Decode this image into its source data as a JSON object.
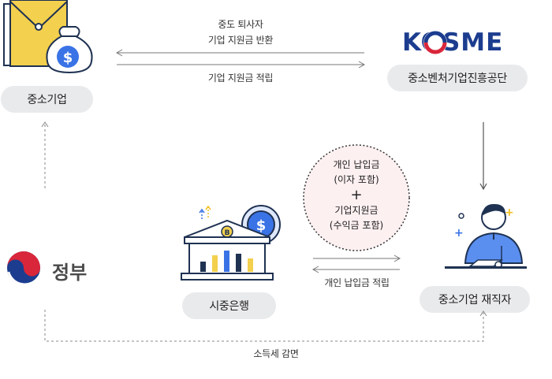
{
  "nodes": {
    "sme": "중소기업",
    "kosme": "중소벤처기업진흥공단",
    "kosme_logo": "KOSME",
    "government": "정부",
    "bank": "시중은행",
    "employee": "중소기업 재직자"
  },
  "flows": {
    "refund_line1": "중도 퇴사자",
    "refund_line2": "기업 지원금 반환",
    "contribution": "기업 지원금 적립",
    "personal_line1": "개인 납입금",
    "personal_line2": "(이자 포함)",
    "plus": "+",
    "personal_line3": "기업지원금",
    "personal_line4": "(수익금 포함)",
    "personal_deposit": "개인 납입금 적립",
    "tax": "소득세 감면"
  },
  "colors": {
    "brand_blue": "#1c3d8f",
    "brand_red": "#d9263a",
    "pill_bg": "#e9eaec",
    "envelope_yellow": "#f3d04d",
    "bag_navy": "#1f3252",
    "shirt_blue": "#5a8ff0"
  }
}
